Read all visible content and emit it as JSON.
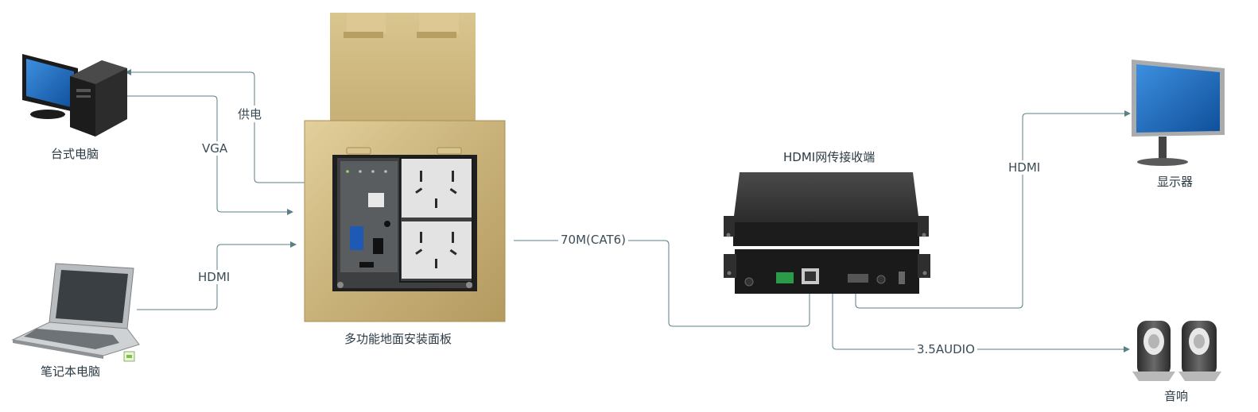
{
  "devices": {
    "desktop": {
      "label": "台式电脑",
      "icon": "desktop-computer-icon"
    },
    "laptop": {
      "label": "笔记本电脑",
      "icon": "laptop-icon"
    },
    "floor_panel": {
      "label": "多功能地面安装面板",
      "icon": "floor-socket-panel-icon"
    },
    "receiver": {
      "label": "HDMI网传接收端",
      "icon": "hdmi-receiver-box-icon"
    },
    "monitor": {
      "label": "显示器",
      "icon": "monitor-icon"
    },
    "speakers": {
      "label": "音响",
      "icon": "speaker-icon"
    }
  },
  "connections": {
    "power": "供电",
    "vga": "VGA",
    "laptop_hdmi": "HDMI",
    "network": "70M(CAT6)",
    "monitor_hdmi": "HDMI",
    "audio": "3.5AUDIO"
  },
  "colors": {
    "connector_line": "#5b7f86",
    "brass_plate": "#c9b27a",
    "receiver_body": "#2a2a2a",
    "screen_blue": "#1a72c9"
  }
}
